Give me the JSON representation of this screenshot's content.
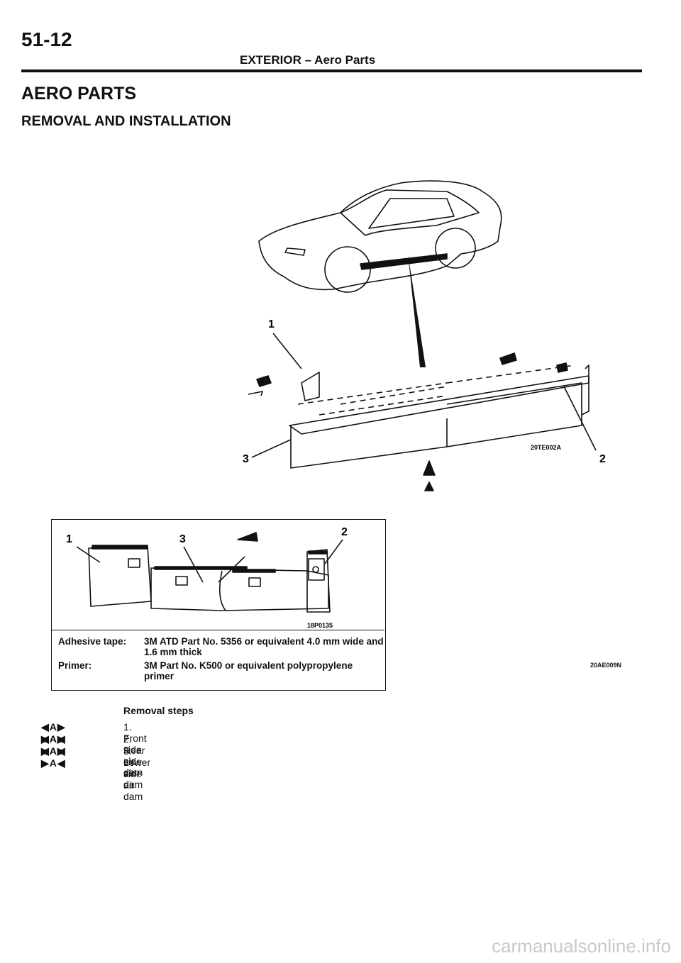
{
  "header": {
    "page_number": "51-12",
    "section": "EXTERIOR – Aero Parts"
  },
  "title": "AERO PARTS",
  "subtitle": "REMOVAL AND INSTALLATION",
  "figure_main": {
    "callouts": [
      "1",
      "2",
      "3"
    ],
    "code": "20TE002A"
  },
  "figure_detail": {
    "callouts": [
      "1",
      "2",
      "3"
    ],
    "code": "18P0135"
  },
  "figure_code": "20AE009N",
  "specs": [
    {
      "label": "Adhesive tape:",
      "value": "3M ATD Part No. 5356 or equivalent 4.0 mm wide and 1.6 mm thick"
    },
    {
      "label": "Primer:",
      "value": "3M Part No. K500 or equivalent polypropylene primer"
    }
  ],
  "steps": {
    "heading": "Removal steps",
    "items": [
      {
        "marks": "◀A▶ ▶A◀",
        "text": "1. Front side air dam"
      },
      {
        "marks": "◀A▶ ▶A◀",
        "text": "2. Rear side air dam"
      },
      {
        "marks": "◀A▶ ▶A◀",
        "text": "3. Lower side air dam"
      }
    ]
  },
  "watermark": "carmanualsonline.info"
}
